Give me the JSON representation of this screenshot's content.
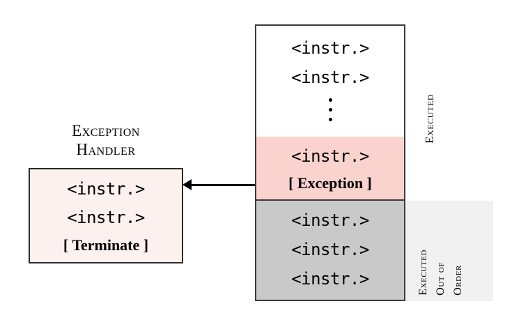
{
  "diagram": {
    "title_hidden": "",
    "colors": {
      "exception_band": "#FAD3CF",
      "out_of_order_band": "#C9C9C9",
      "out_of_order_panel": "#F1F1F1",
      "handler_fill": "#FDF1EF",
      "border": "#3B3B3B",
      "arrow": "#000000"
    }
  },
  "handler": {
    "title_line1": "Exception",
    "title_line2": "Handler",
    "instructions": [
      "<instr.>",
      "<instr.>"
    ],
    "terminate": "[ Terminate ]"
  },
  "pipeline": {
    "executed": {
      "label": "Executed",
      "instructions": [
        "<instr.>",
        "<instr.>"
      ],
      "ellipsis": "vertical-ellipsis"
    },
    "exception": {
      "instruction": "<instr.>",
      "marker": "[ Exception ]"
    },
    "out_of_order": {
      "label_lines": [
        "Executed",
        "Out of",
        "Order"
      ],
      "instructions": [
        "<instr.>",
        "<instr.>",
        "<instr.>"
      ]
    }
  },
  "arrow": {
    "name": "exception-to-handler-arrow",
    "direction": "left"
  }
}
